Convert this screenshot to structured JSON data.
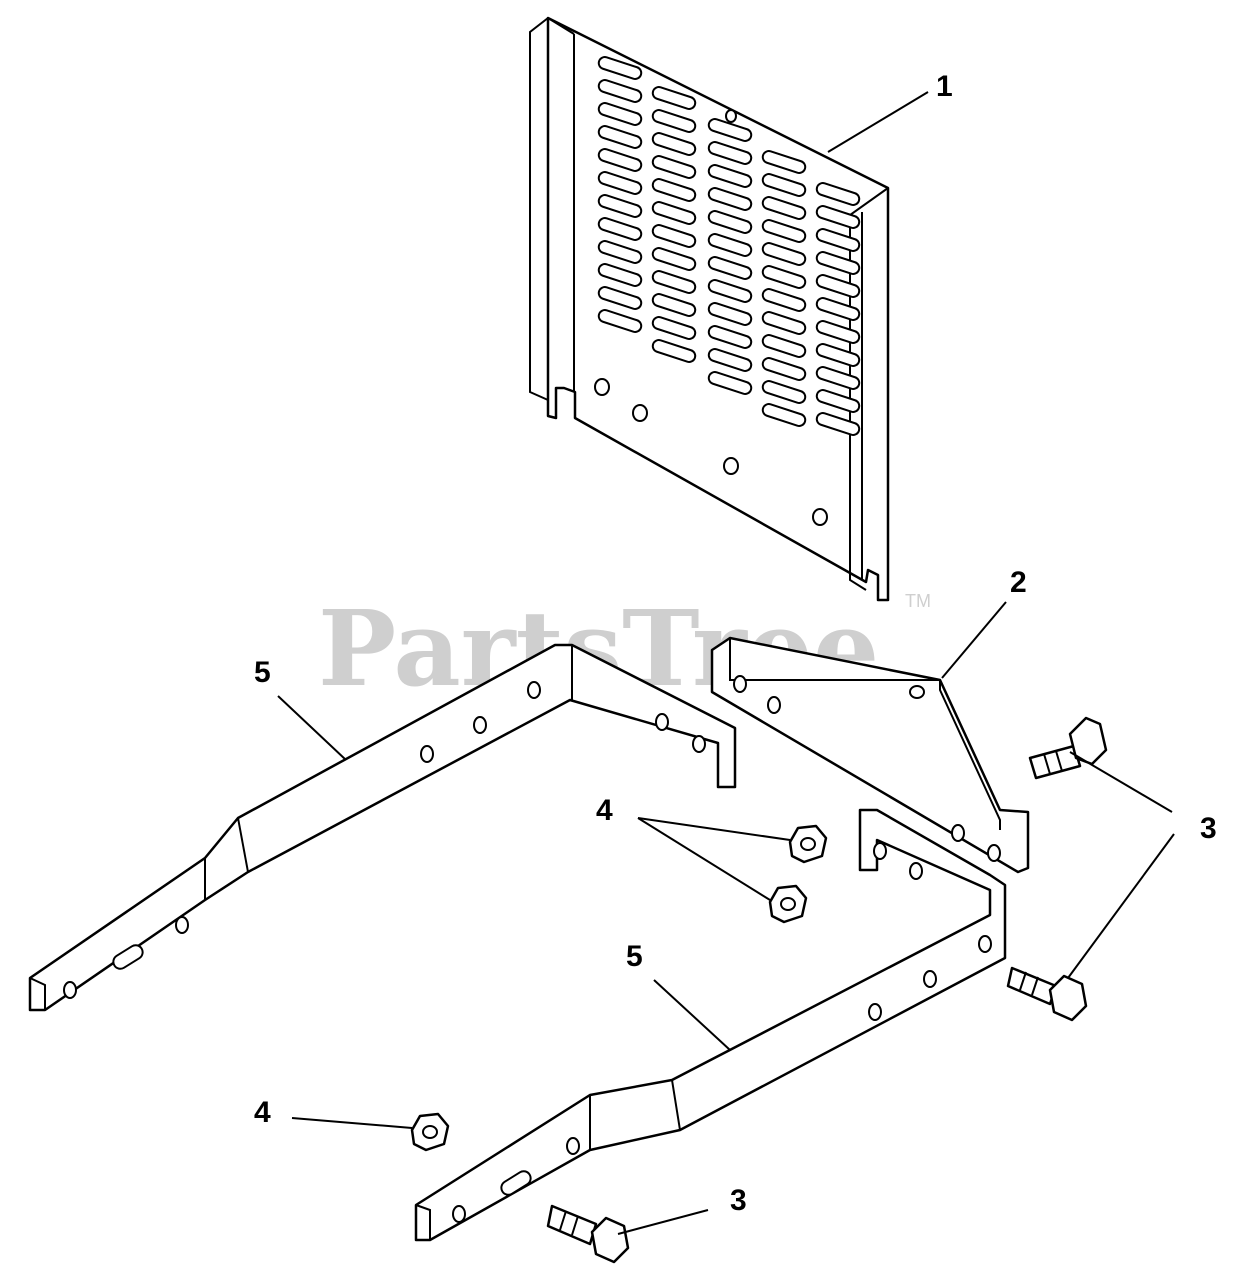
{
  "watermark": {
    "text": "PartsTree",
    "mark": "TM"
  },
  "callouts": {
    "c1": "1",
    "c2": "2",
    "c3a": "3",
    "c3b": "3",
    "c4a": "4",
    "c4b": "4",
    "c5a": "5",
    "c5b": "5"
  },
  "parts": [
    {
      "id": "1",
      "icon": "perforated-shield-panel-icon"
    },
    {
      "id": "2",
      "icon": "corner-bracket-plate-icon"
    },
    {
      "id": "3",
      "icon": "hex-bolt-icon"
    },
    {
      "id": "4",
      "icon": "lock-nut-icon"
    },
    {
      "id": "5",
      "icon": "u-frame-bracket-icon"
    }
  ]
}
